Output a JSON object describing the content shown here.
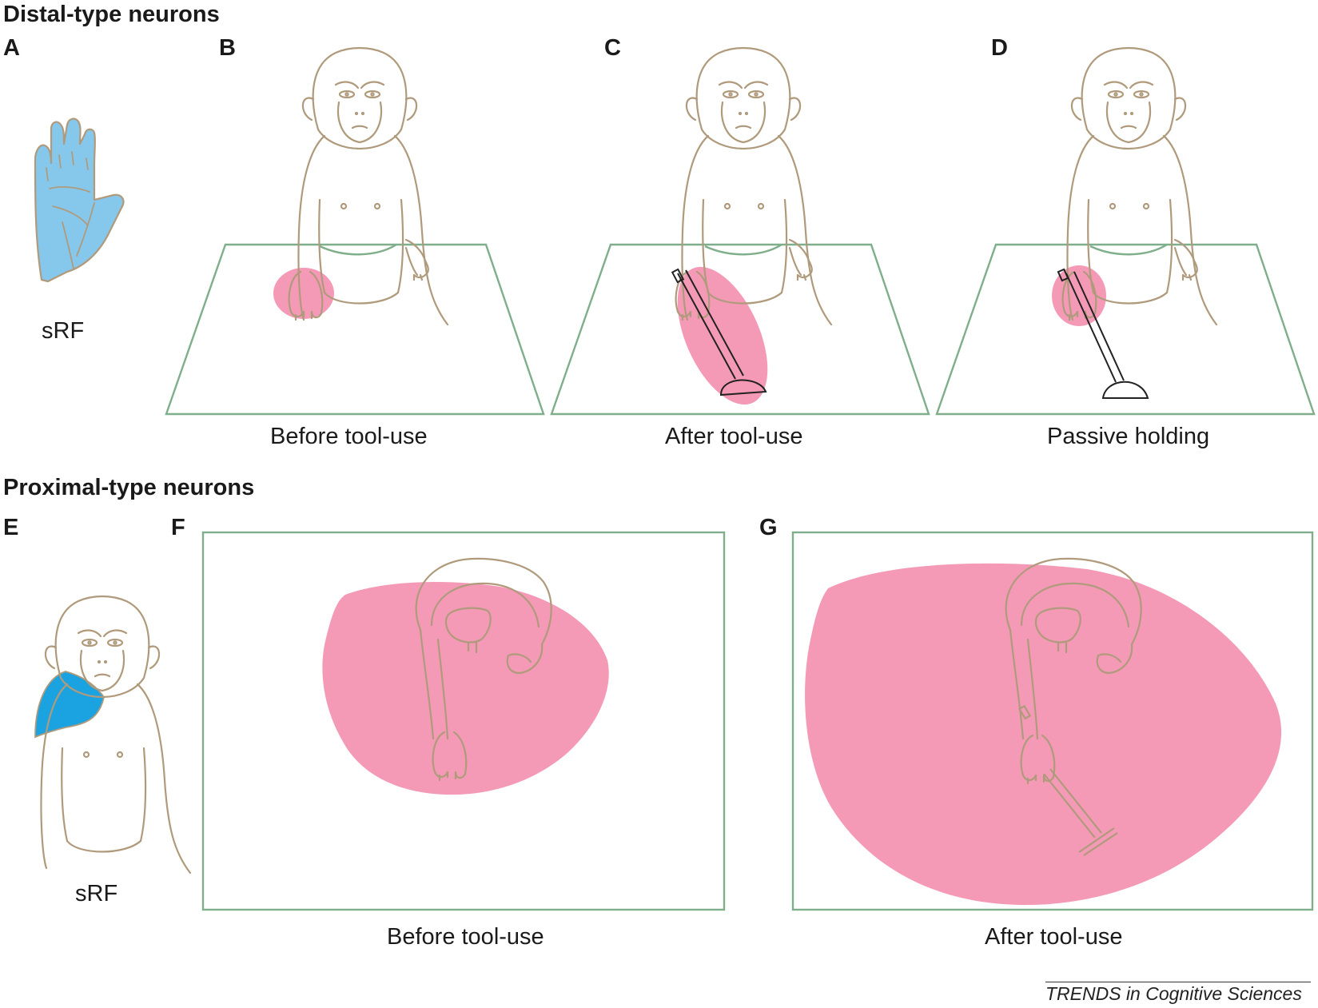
{
  "sections": {
    "distal": "Distal-type neurons",
    "proximal": "Proximal-type neurons"
  },
  "panels": {
    "A": {
      "label": "A",
      "caption": "sRF"
    },
    "B": {
      "label": "B",
      "caption": "Before tool-use"
    },
    "C": {
      "label": "C",
      "caption": "After tool-use"
    },
    "D": {
      "label": "D",
      "caption": "Passive holding"
    },
    "E": {
      "label": "E",
      "caption": "sRF"
    },
    "F": {
      "label": "F",
      "caption": "Before tool-use"
    },
    "G": {
      "label": "G",
      "caption": "After tool-use"
    }
  },
  "credit": "TRENDS in Cognitive Sciences",
  "colors": {
    "monkey_outline": "#b09a7c",
    "table_outline": "#7fae8a",
    "visual_rf": "#f49ab6",
    "hand_rf": "#86c8ec",
    "shoulder_rf": "#1aa3e0",
    "tool": "#222222"
  }
}
